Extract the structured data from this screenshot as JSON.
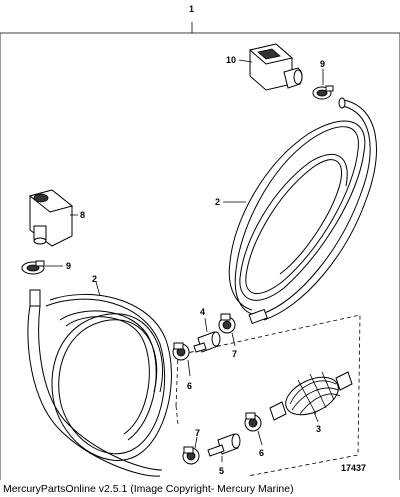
{
  "callouts": {
    "c1": "1",
    "c2a": "2",
    "c2b": "2",
    "c3": "3",
    "c4": "4",
    "c5": "5",
    "c6a": "6",
    "c6b": "6",
    "c7a": "7",
    "c7b": "7",
    "c8": "8",
    "c9a": "9",
    "c9b": "9",
    "c10": "10"
  },
  "drawing_number": "17437",
  "footer": "MercuryPartsOnline v2.5.1 (Image Copyright- Mercury Marine)"
}
